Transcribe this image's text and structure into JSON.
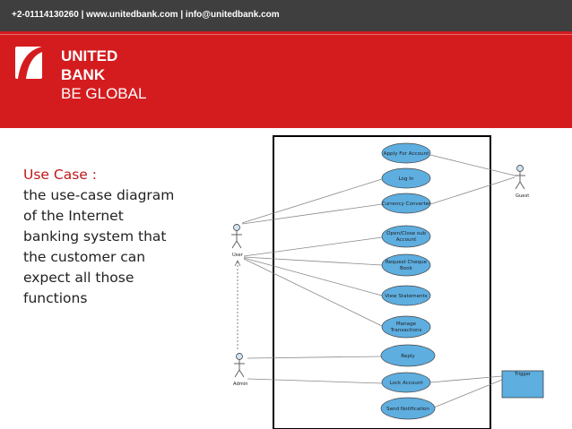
{
  "topbar": {
    "contact": "+2-01114130260 | www.unitedbank.com | info@unitedbank.com"
  },
  "brand": {
    "line1": "UNITED",
    "line2": "BANK",
    "line3": "BE GLOBAL"
  },
  "slide": {
    "heading": "Use Case :",
    "body_lines": [
      "the use-case diagram",
      "of the Internet",
      "banking system that",
      "the customer can",
      "expect all those",
      "functions"
    ]
  },
  "diagram": {
    "actors": {
      "guest": "Guest",
      "user": "User",
      "admin": "Admin"
    },
    "trigger": "Trigger",
    "use_cases": [
      [
        "Apply For Account"
      ],
      [
        "Log In"
      ],
      [
        "Currency Converter"
      ],
      [
        "Open/Close sub",
        "Account"
      ],
      [
        "Request Cheque",
        "Book"
      ],
      [
        "View Statements"
      ],
      [
        "Manage",
        "Transactions"
      ],
      [
        "Reply"
      ],
      [
        "Lock Account"
      ],
      [
        "Send Notification"
      ]
    ]
  },
  "colors": {
    "topbar": "#3f3f3f",
    "header": "#d41c1f",
    "heading": "#c0181b",
    "use_case_fill": "#5eaee0",
    "trigger_fill": "#5eaee0"
  }
}
